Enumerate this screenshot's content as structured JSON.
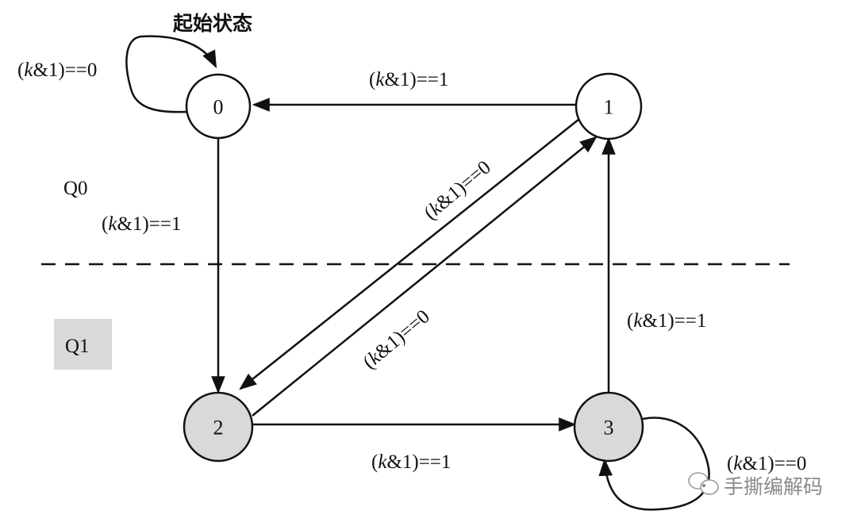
{
  "title": "起始状态",
  "regions": {
    "q0": "Q0",
    "q1": "Q1"
  },
  "colors": {
    "line": "#111111",
    "state_q0_fill": "#ffffff",
    "state_q1_fill": "#d9d9d9",
    "q1_badge": "#d9d9d9",
    "watermark": "#8a8a8a"
  },
  "states": [
    {
      "id": "0",
      "label": "0",
      "region": "Q0",
      "initial": true
    },
    {
      "id": "1",
      "label": "1",
      "region": "Q0"
    },
    {
      "id": "2",
      "label": "2",
      "region": "Q1"
    },
    {
      "id": "3",
      "label": "3",
      "region": "Q1"
    }
  ],
  "transitions": [
    {
      "from": "0",
      "to": "0",
      "cond_pre": "(",
      "cond_var": "k",
      "cond_post": "&1)==0"
    },
    {
      "from": "1",
      "to": "0",
      "cond_pre": "(",
      "cond_var": "k",
      "cond_post": "&1)==1"
    },
    {
      "from": "0",
      "to": "2",
      "cond_pre": "(",
      "cond_var": "k",
      "cond_post": "&1)==1"
    },
    {
      "from": "2",
      "to": "1",
      "cond_pre": "(",
      "cond_var": "k",
      "cond_post": "&1)==0"
    },
    {
      "from": "1",
      "to": "2",
      "cond_pre": "(",
      "cond_var": "k",
      "cond_post": "&1)==0"
    },
    {
      "from": "2",
      "to": "3",
      "cond_pre": "(",
      "cond_var": "k",
      "cond_post": "&1)==1"
    },
    {
      "from": "3",
      "to": "1",
      "cond_pre": "(",
      "cond_var": "k",
      "cond_post": "&1)==1"
    },
    {
      "from": "3",
      "to": "3",
      "cond_pre": "(",
      "cond_var": "k",
      "cond_post": "&1)==0"
    }
  ],
  "watermark": {
    "icon": "wechat-icon",
    "text": "手撕编解码"
  }
}
